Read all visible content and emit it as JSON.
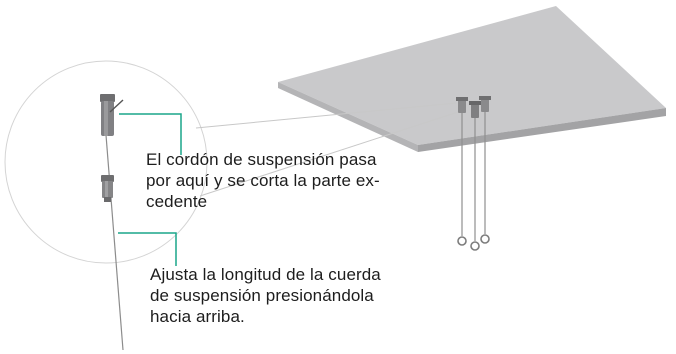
{
  "annotations": {
    "cord_pass": {
      "lines": [
        "El cordón de suspensión pasa",
        "por aquí y se corta la parte ex-",
        "cedente"
      ]
    },
    "length_adjust": {
      "lines": [
        "Ajusta la longitud de la cuerda",
        "de suspensión presionándola",
        "hacia arriba."
      ]
    }
  },
  "colors": {
    "leader_line": "#1aa68a",
    "panel_top": "#c8c8ca",
    "panel_edge": "#9e9ea0",
    "cable": "#8a8a8a",
    "hardware": "#7d7d7f"
  }
}
